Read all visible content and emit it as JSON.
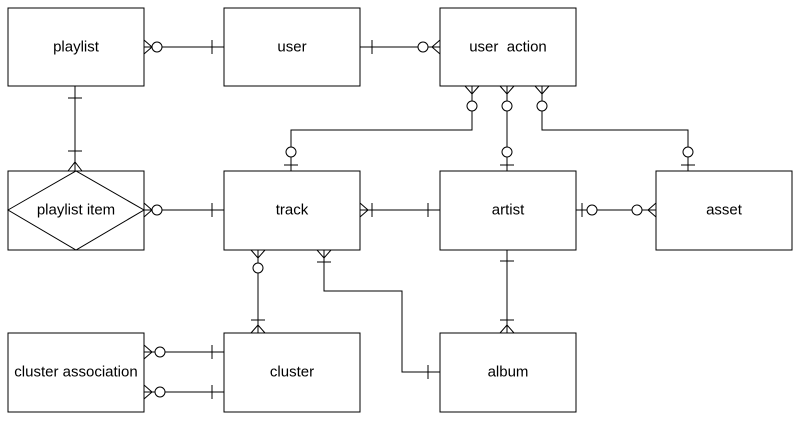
{
  "entities": {
    "playlist": "playlist",
    "user": "user",
    "user_action": "user  action",
    "playlist_item": "playlist item",
    "track": "track",
    "artist": "artist",
    "asset": "asset",
    "cluster_association": "cluster association",
    "cluster": "cluster",
    "album": "album"
  }
}
